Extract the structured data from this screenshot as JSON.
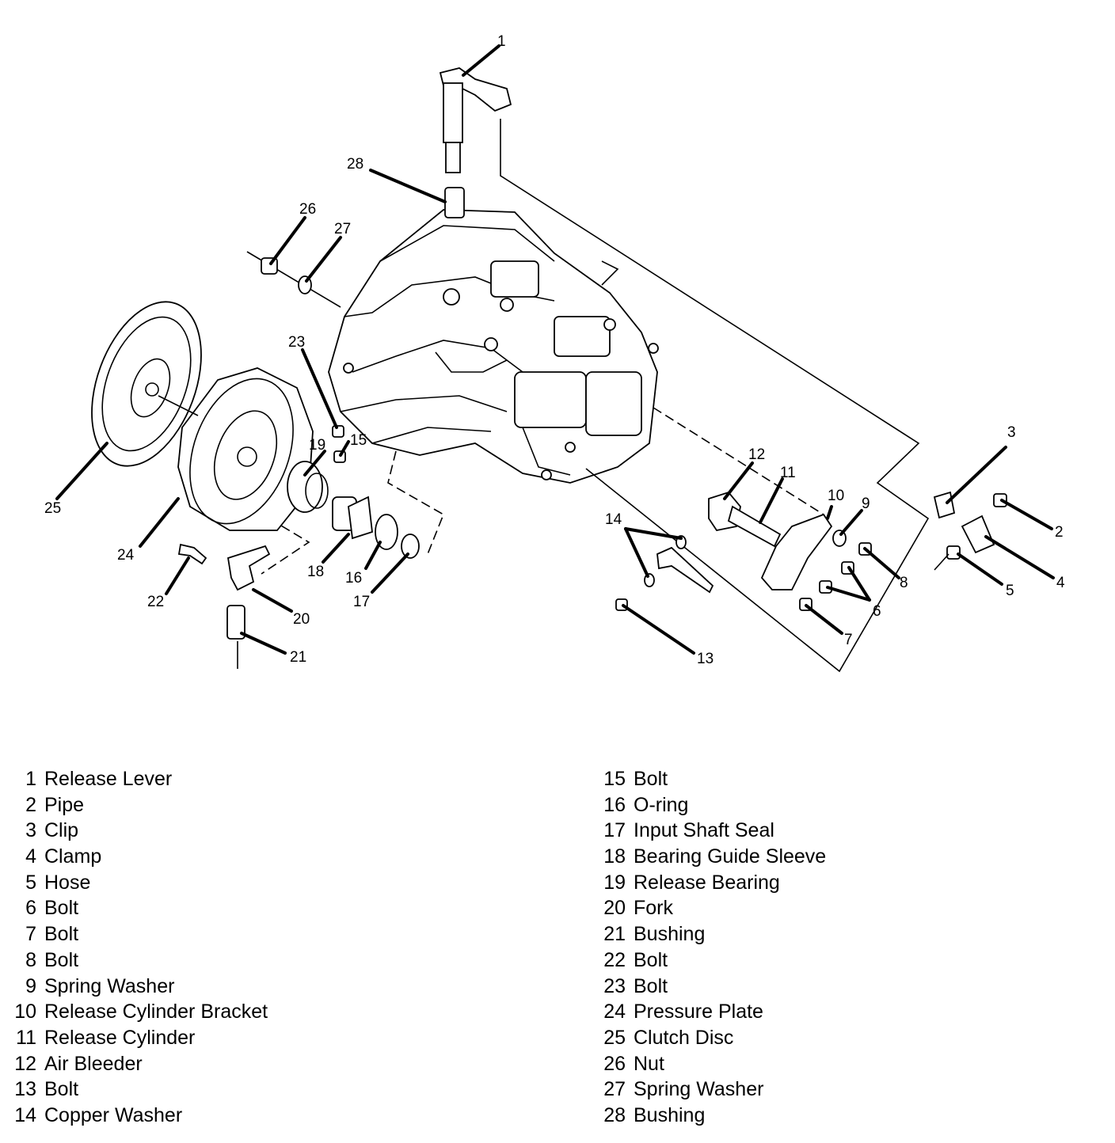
{
  "callouts": [
    "1",
    "2",
    "3",
    "4",
    "5",
    "6",
    "7",
    "8",
    "9",
    "10",
    "11",
    "12",
    "13",
    "14",
    "15",
    "16",
    "17",
    "18",
    "19",
    "20",
    "21",
    "22",
    "23",
    "24",
    "25",
    "26",
    "27",
    "28"
  ],
  "legend": [
    {
      "num": "1",
      "name": "Release Lever"
    },
    {
      "num": "2",
      "name": "Pipe"
    },
    {
      "num": "3",
      "name": "Clip"
    },
    {
      "num": "4",
      "name": "Clamp"
    },
    {
      "num": "5",
      "name": "Hose"
    },
    {
      "num": "6",
      "name": "Bolt"
    },
    {
      "num": "7",
      "name": "Bolt"
    },
    {
      "num": "8",
      "name": "Bolt"
    },
    {
      "num": "9",
      "name": "Spring Washer"
    },
    {
      "num": "10",
      "name": "Release Cylinder Bracket"
    },
    {
      "num": "11",
      "name": "Release Cylinder"
    },
    {
      "num": "12",
      "name": "Air Bleeder"
    },
    {
      "num": "13",
      "name": "Bolt"
    },
    {
      "num": "14",
      "name": "Copper Washer"
    },
    {
      "num": "15",
      "name": "Bolt"
    },
    {
      "num": "16",
      "name": "O-ring"
    },
    {
      "num": "17",
      "name": "Input Shaft Seal"
    },
    {
      "num": "18",
      "name": "Bearing Guide Sleeve"
    },
    {
      "num": "19",
      "name": "Release Bearing"
    },
    {
      "num": "20",
      "name": "Fork"
    },
    {
      "num": "21",
      "name": "Bushing"
    },
    {
      "num": "22",
      "name": "Bolt"
    },
    {
      "num": "23",
      "name": "Bolt"
    },
    {
      "num": "24",
      "name": "Pressure Plate"
    },
    {
      "num": "25",
      "name": "Clutch Disc"
    },
    {
      "num": "26",
      "name": "Nut"
    },
    {
      "num": "27",
      "name": "Spring Washer"
    },
    {
      "num": "28",
      "name": "Bushing"
    }
  ]
}
